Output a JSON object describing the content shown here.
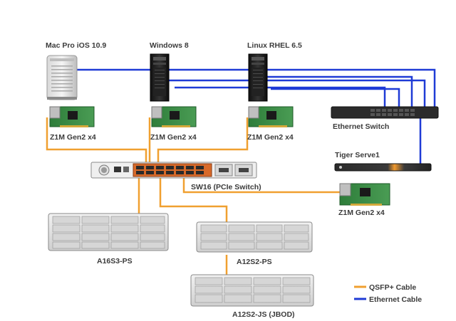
{
  "labels": {
    "mac": "Mac Pro iOS 10.9",
    "windows": "Windows 8",
    "linux": "Linux RHEL 6.5",
    "card_mac": "Z1M Gen2 x4",
    "card_win": "Z1M Gen2 x4",
    "card_linux": "Z1M Gen2 x4",
    "ethernet_switch": "Ethernet Switch",
    "tiger_serve": "Tiger Serve1",
    "pcie_switch": "SW16 (PCIe Switch)",
    "card_tiger": "Z1M Gen2 x4",
    "a16s3": "A16S3-PS",
    "a12s2": "A12S2-PS",
    "a12s2js": "A12S2-JS (JBOD)"
  },
  "legend": {
    "qsfp": "QSFP+  Cable",
    "ethernet": "Ethernet Cable"
  },
  "colors": {
    "qsfp": "#f0a030",
    "ethernet": "#1f3bd6"
  }
}
